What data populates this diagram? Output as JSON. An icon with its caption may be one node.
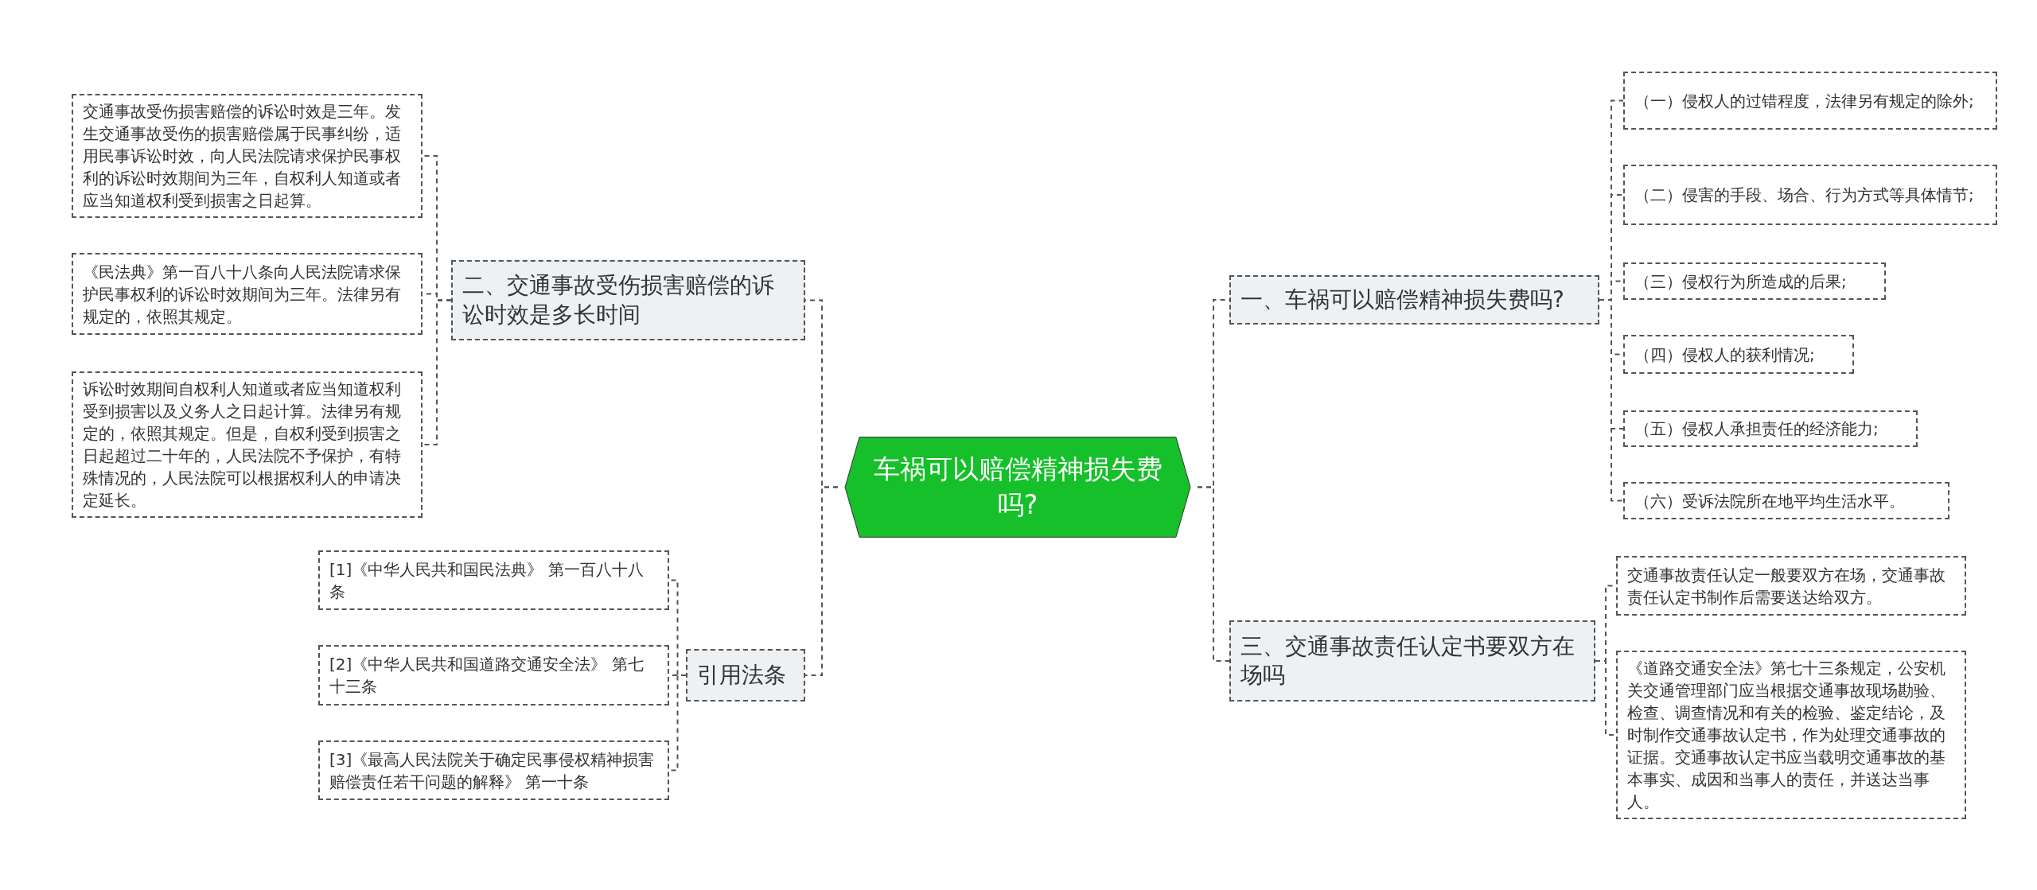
{
  "diagram": {
    "nodes": [
      {
        "text": [
          "车祸可以赔偿精神损失费吗?"
        ]
      },
      {
        "text": [
          "二、交通事故受伤损害赔偿的诉讼时效是多长时间"
        ]
      },
      {
        "text": [
          "交通事故受伤损害赔偿的诉讼时效是三年。发生交通事故受伤的损害赔偿属于民事纠纷，适用民事诉讼时效，向人民法院请求保护民事权利的诉讼时效期间为三年，自权利人知道或者应当知道权利受到损害之日起算。"
        ]
      },
      {
        "text": [
          "《民法典》第一百八十八条向人民法院请求保护民事权利的诉讼时效期间为三年。法律另有规定的，依照其规定。"
        ]
      },
      {
        "text": [
          "诉讼时效期间自权利人知道或者应当知道权利受到损害以及义务人之日起计算。法律另有规定的，依照其规定。但是，自权利受到损害之日起超过二十年的，人民法院不予保护，有特殊情况的，人民法院可以根据权利人的申请决定延长。"
        ]
      },
      {
        "text": [
          "引用法条"
        ]
      },
      {
        "text": [
          "[1]《中华人民共和国民法典》 第一百八十八条"
        ]
      },
      {
        "text": [
          "[2]《中华人民共和国道路交通安全法》 第七十三条"
        ]
      },
      {
        "text": [
          "[3]《最高人民法院关于确定民事侵权精神损害赔偿责任若干问题的解释》 第一十条"
        ]
      },
      {
        "text": [
          "一、车祸可以赔偿精神损失费吗?"
        ]
      },
      {
        "text": [
          "（一）侵权人的过错程度，法律另有规定的除外;"
        ]
      },
      {
        "text": [
          "（二）侵害的手段、场合、行为方式等具体情节;"
        ]
      },
      {
        "text": [
          "（三）侵权行为所造成的后果;"
        ]
      },
      {
        "text": [
          "（四）侵权人的获利情况;"
        ]
      },
      {
        "text": [
          "（五）侵权人承担责任的经济能力;"
        ]
      },
      {
        "text": [
          "（六）受诉法院所在地平均生活水平。"
        ]
      },
      {
        "text": [
          "三、交通事故责任认定书要双方在场吗"
        ]
      },
      {
        "text": [
          "交通事故责任认定一般要双方在场，交通事故责任认定书制作后需要送达给双方。"
        ]
      },
      {
        "text": [
          "《道路交通安全法》第七十三条规定，公安机关交通管理部门应当根据交通事故现场勘验、检查、调查情况和有关的检验、鉴定结论，及时制作交通事故认定书，作为处理交通事故的证据。交通事故认定书应当载明交通事故的基本事实、成因和当事人的责任，并送达当事人。"
        ]
      }
    ],
    "edges": [
      {
        "from": 0,
        "to": 1,
        "arrow": "none"
      },
      {
        "from": 1,
        "to": 2,
        "arrow": "none"
      },
      {
        "from": 1,
        "to": 3,
        "arrow": "none"
      },
      {
        "from": 1,
        "to": 4,
        "arrow": "none"
      },
      {
        "from": 0,
        "to": 5,
        "arrow": "none"
      },
      {
        "from": 5,
        "to": 6,
        "arrow": "none"
      },
      {
        "from": 5,
        "to": 7,
        "arrow": "none"
      },
      {
        "from": 5,
        "to": 8,
        "arrow": "none"
      },
      {
        "from": 0,
        "to": 9,
        "arrow": "none"
      },
      {
        "from": 9,
        "to": 10,
        "arrow": "none"
      },
      {
        "from": 9,
        "to": 11,
        "arrow": "none"
      },
      {
        "from": 9,
        "to": 12,
        "arrow": "none"
      },
      {
        "from": 9,
        "to": 13,
        "arrow": "none"
      },
      {
        "from": 9,
        "to": 14,
        "arrow": "none"
      },
      {
        "from": 9,
        "to": 15,
        "arrow": "none"
      },
      {
        "from": 0,
        "to": 16,
        "arrow": "none"
      },
      {
        "from": 16,
        "to": 17,
        "arrow": "none"
      },
      {
        "from": 16,
        "to": 18,
        "arrow": "none"
      }
    ]
  }
}
